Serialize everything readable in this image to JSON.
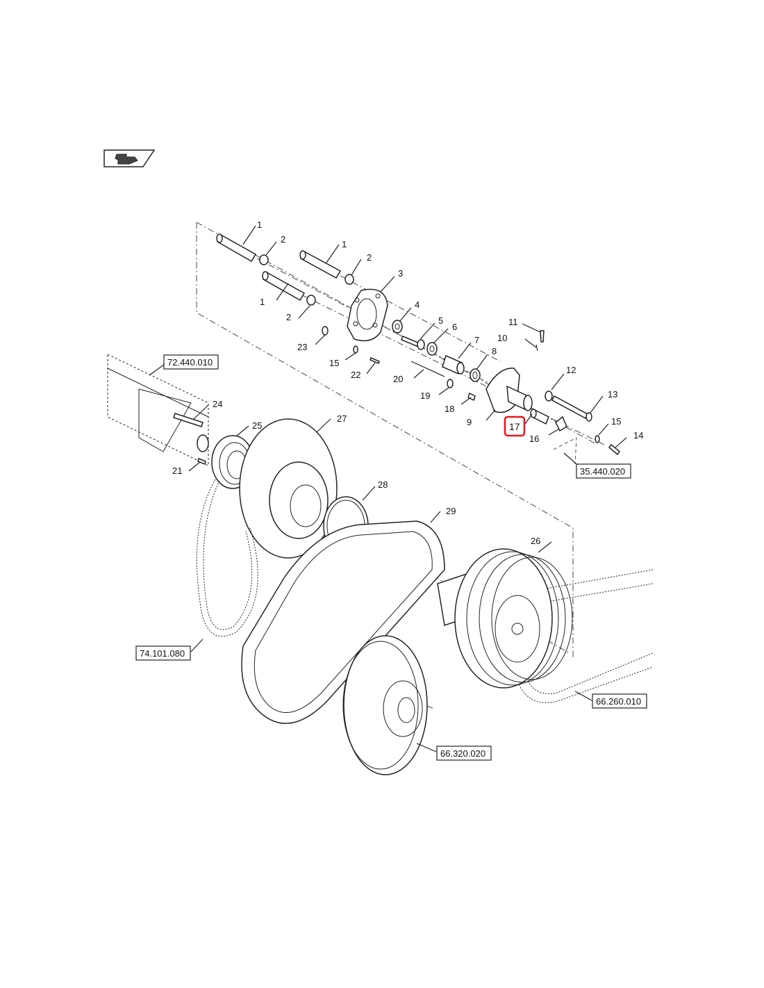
{
  "nav_icon": {
    "name": "previous-page-arrow-icon"
  },
  "highlight": {
    "label": "17",
    "color": "#e8141e"
  },
  "callouts": [
    {
      "id": "c1a",
      "label": "1"
    },
    {
      "id": "c2a",
      "label": "2"
    },
    {
      "id": "c1b",
      "label": "1"
    },
    {
      "id": "c2b",
      "label": "2"
    },
    {
      "id": "c1c",
      "label": "1"
    },
    {
      "id": "c2c",
      "label": "2"
    },
    {
      "id": "c3",
      "label": "3"
    },
    {
      "id": "c4",
      "label": "4"
    },
    {
      "id": "c5",
      "label": "5"
    },
    {
      "id": "c6",
      "label": "6"
    },
    {
      "id": "c7",
      "label": "7"
    },
    {
      "id": "c8",
      "label": "8"
    },
    {
      "id": "c9",
      "label": "9"
    },
    {
      "id": "c10",
      "label": "10"
    },
    {
      "id": "c11",
      "label": "11"
    },
    {
      "id": "c12",
      "label": "12"
    },
    {
      "id": "c13",
      "label": "13"
    },
    {
      "id": "c14",
      "label": "14"
    },
    {
      "id": "c15a",
      "label": "15"
    },
    {
      "id": "c15b",
      "label": "15"
    },
    {
      "id": "c16",
      "label": "16"
    },
    {
      "id": "c18",
      "label": "18"
    },
    {
      "id": "c19",
      "label": "19"
    },
    {
      "id": "c20",
      "label": "20"
    },
    {
      "id": "c21",
      "label": "21"
    },
    {
      "id": "c22",
      "label": "22"
    },
    {
      "id": "c23",
      "label": "23"
    },
    {
      "id": "c24",
      "label": "24"
    },
    {
      "id": "c25",
      "label": "25"
    },
    {
      "id": "c26",
      "label": "26"
    },
    {
      "id": "c27",
      "label": "27"
    },
    {
      "id": "c28",
      "label": "28"
    },
    {
      "id": "c29",
      "label": "29"
    }
  ],
  "references": [
    {
      "id": "r1",
      "label": "72.440.010"
    },
    {
      "id": "r2",
      "label": "35.440.020"
    },
    {
      "id": "r3",
      "label": "74.101.080"
    },
    {
      "id": "r4",
      "label": "66.260.010"
    },
    {
      "id": "r5",
      "label": "66.320.020"
    }
  ]
}
